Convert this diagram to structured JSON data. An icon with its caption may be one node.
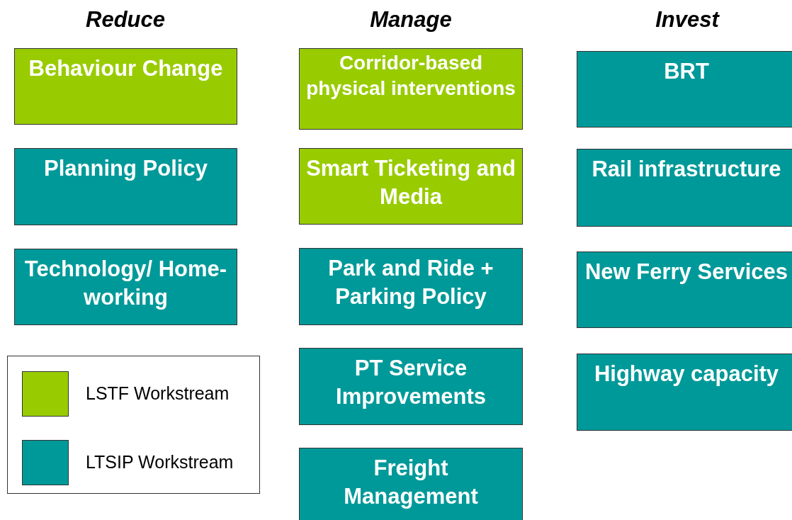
{
  "diagram": {
    "nodes": [
      {
        "text": [
          "Behaviour Change"
        ]
      },
      {
        "text": [
          "Planning Policy"
        ]
      },
      {
        "text": [
          "Technology/ Home-working"
        ]
      },
      {
        "text": [
          "Corridor-based physical interventions"
        ]
      },
      {
        "text": [
          "Smart Ticketing and Media"
        ]
      },
      {
        "text": [
          "Park and Ride + Parking Policy"
        ]
      },
      {
        "text": [
          "PT Service Improvements"
        ]
      },
      {
        "text": [
          "Freight Management"
        ]
      },
      {
        "text": [
          "BRT"
        ]
      },
      {
        "text": [
          "Rail infrastructure"
        ]
      },
      {
        "text": [
          "New Ferry Services"
        ]
      },
      {
        "text": [
          "Highway capacity"
        ]
      }
    ],
    "edges": [],
    "labels": [
      "Reduce",
      "Manage",
      "Invest"
    ],
    "legend": [
      {
        "text": "LSTF Workstream",
        "color": "#99cc00"
      },
      {
        "text": "LTSIP Workstream",
        "color": "#009999"
      }
    ]
  }
}
